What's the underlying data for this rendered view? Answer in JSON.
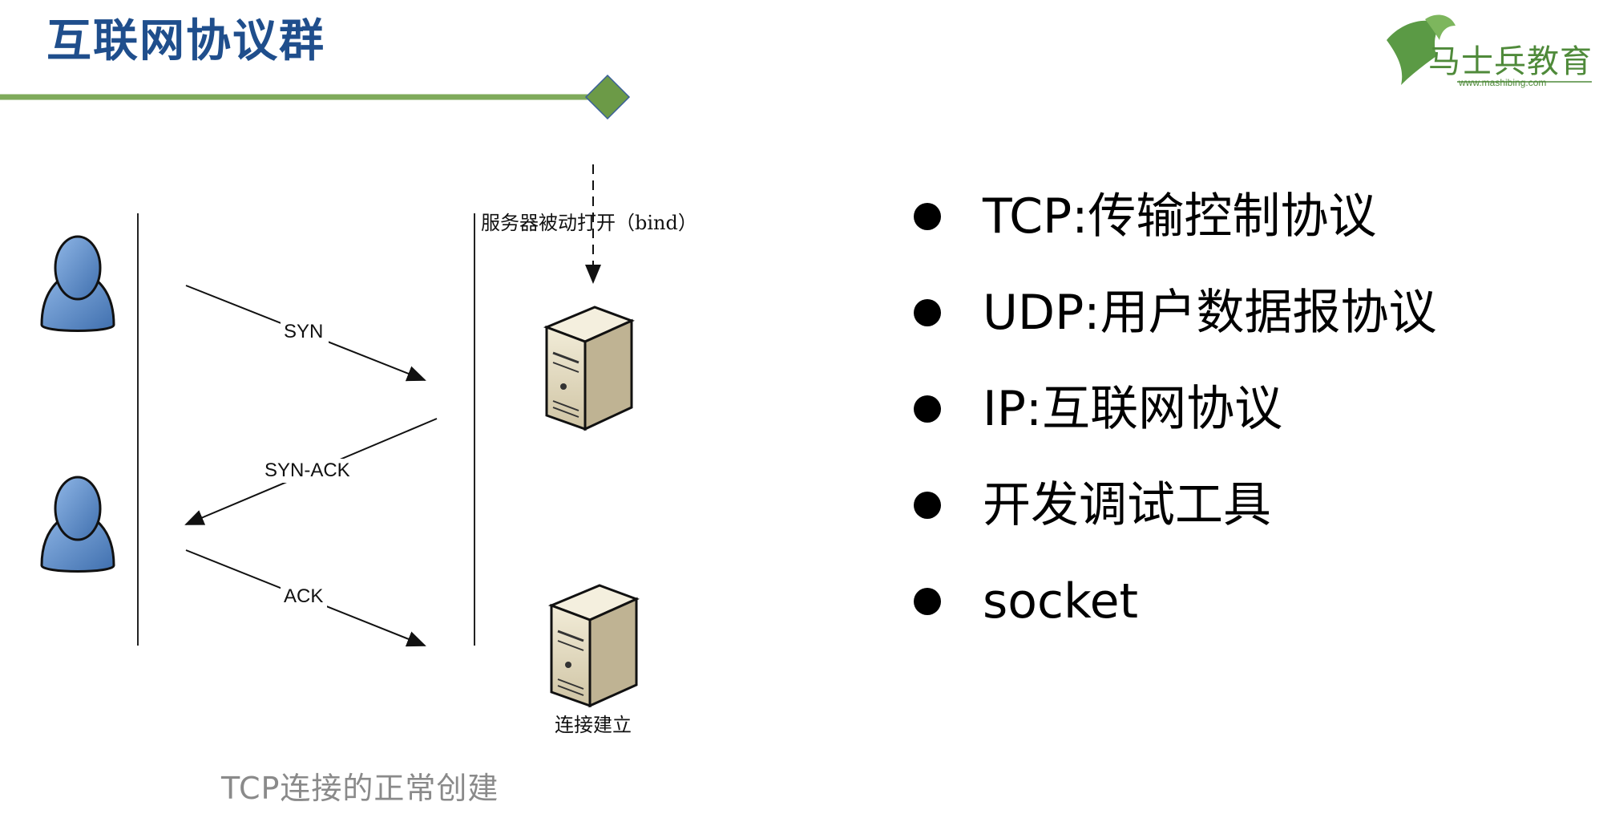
{
  "header": {
    "title": "互联网协议群"
  },
  "logo": {
    "name": "马士兵教育",
    "url": "www.mashibing.com"
  },
  "diagram": {
    "server_note": "服务器被动打开（bind）",
    "syn_label": "SYN",
    "synack_label": "SYN-ACK",
    "ack_label": "ACK",
    "established_label": "连接建立",
    "caption": "TCP连接的正常创建"
  },
  "bullets": [
    "TCP:传输控制协议",
    "UDP:用户数据报协议",
    "IP:互联网协议",
    "开发调试工具",
    "socket"
  ],
  "colors": {
    "title": "#1f4e8c",
    "rule": "#7faa5b",
    "accent_diamond": "#6c9a47",
    "logo": "#4f8a3a",
    "person": "#5b8ccc",
    "server_body": "#e3dac1"
  }
}
